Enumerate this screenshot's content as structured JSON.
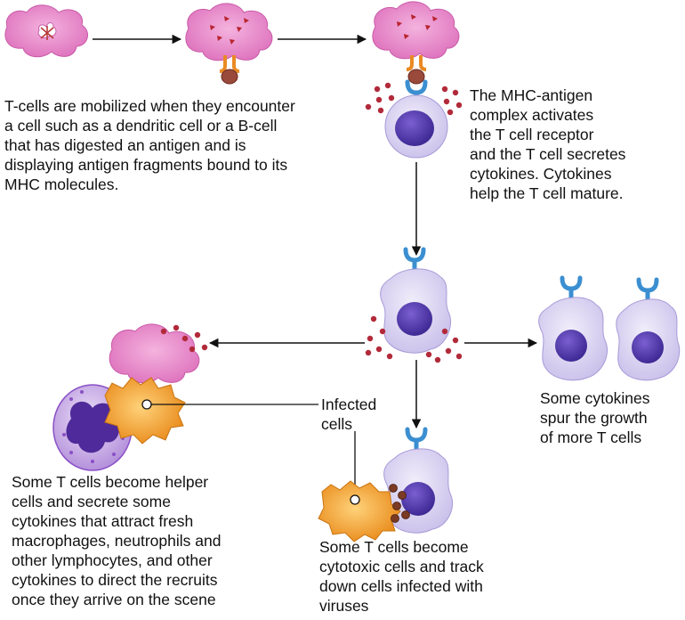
{
  "captions": {
    "tcells": "T-cells are mobilized when they encounter\na cell such as a dendritic cell or a B-cell\nthat has digested an antigen and is\ndisplaying antigen fragments bound to its\nMHC molecules.",
    "mhc": "The MHC-antigen\ncomplex activates\nthe T cell receptor\nand the T cell secretes\ncytokines. Cytokines\nhelp the T cell mature.",
    "growth": "Some cytokines\nspur the growth\nof more T cells",
    "infected": "Infected\ncells",
    "helper": "Some T cells become helper\ncells and secrete some\ncytokines that attract fresh\nmacrophages, neutrophils and\nother lymphocytes, and other\ncytokines to direct the recruits\nonce they arrive on the scene",
    "cytotoxic": "Some T cells become\ncytotoxic cells and track\ndown cells infected with\nviruses"
  },
  "colors": {
    "dendritic": "#e889c9",
    "dendritic_dark": "#c24f9a",
    "tcell": "#d9d3f0",
    "tcell_nucleus": "#4f35a8",
    "receptor": "#3b8fd1",
    "mhc": "#e98a24",
    "cytokine": "#b22a3a",
    "infected": "#f2a230",
    "neutrophil": "#8a4fc6",
    "arrow": "#111111"
  }
}
